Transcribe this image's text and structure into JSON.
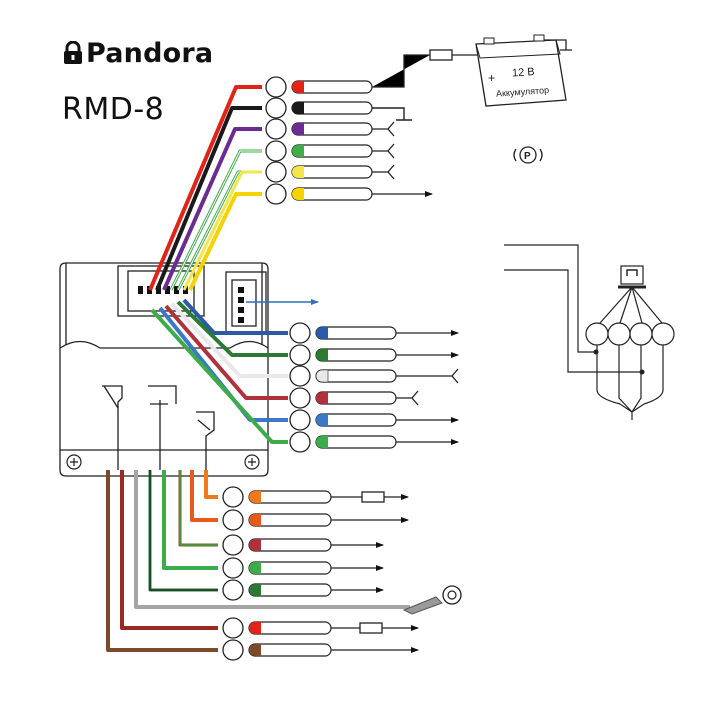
{
  "header": {
    "brand": "Pandora",
    "model": "RMD-8"
  },
  "battery": {
    "voltage_label": "12 В",
    "caption": "Аккумулятор",
    "plus_sign": "+"
  },
  "parking_symbol": "P",
  "icons": {
    "brand_logo": "padlock-icon",
    "battery": "battery-icon",
    "fuse": "fuse-icon",
    "ground": "ground-icon",
    "ring_terminal": "ring-terminal-icon",
    "parking_brake": "parking-indicator-icon",
    "connector": "connector-icon"
  },
  "colors": {
    "red": "#e2231a",
    "black": "#1a1a1a",
    "violet": "#6b2c91",
    "green_white": "#3fae49",
    "yellow_white": "#f2e64b",
    "yellow": "#f5d200",
    "blue_black": "#2b5aa8",
    "green_black": "#2a7a36",
    "white_black": "#e8e8e8",
    "red_black": "#b0303b",
    "blue": "#3c78c8",
    "green": "#3cac4a",
    "orange": "#f07a1a",
    "dark_orange": "#e85a1a",
    "brown": "#7a4a2a",
    "gray": "#a5a5a5",
    "arrow_blue": "#2f6fc4"
  }
}
